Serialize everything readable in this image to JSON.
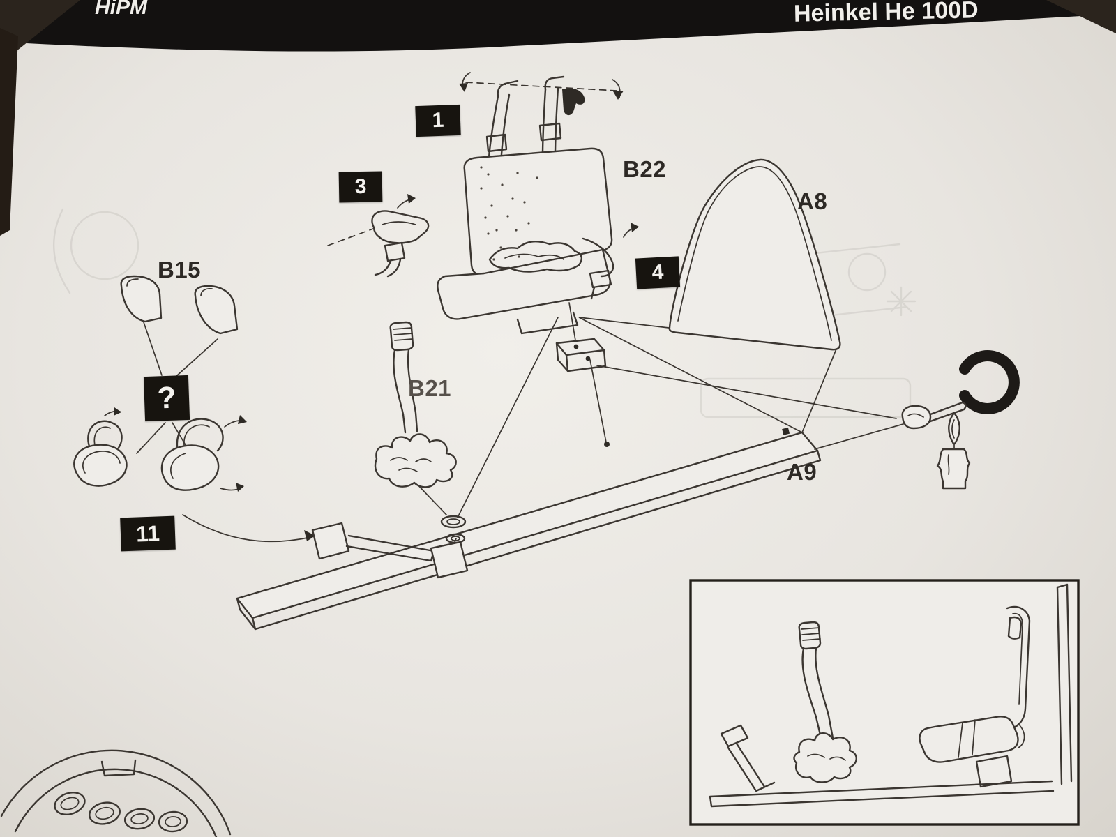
{
  "header": {
    "brand": "HiPM",
    "title": "Heinkel He 100D"
  },
  "part_labels": {
    "b22": "B22",
    "a8": "A8",
    "b15": "B15",
    "b21": "B21",
    "a9": "A9"
  },
  "step_markers": {
    "step1": "1",
    "step3": "3",
    "step4": "4",
    "unknown": "?",
    "step11": "11"
  },
  "colors": {
    "paper": "#e9e6e1",
    "paper_fill": "#efede9",
    "ink": "#3b3631",
    "band": "#131110",
    "marker_bg": "#17140f",
    "marker_text": "#f4f2ee"
  }
}
